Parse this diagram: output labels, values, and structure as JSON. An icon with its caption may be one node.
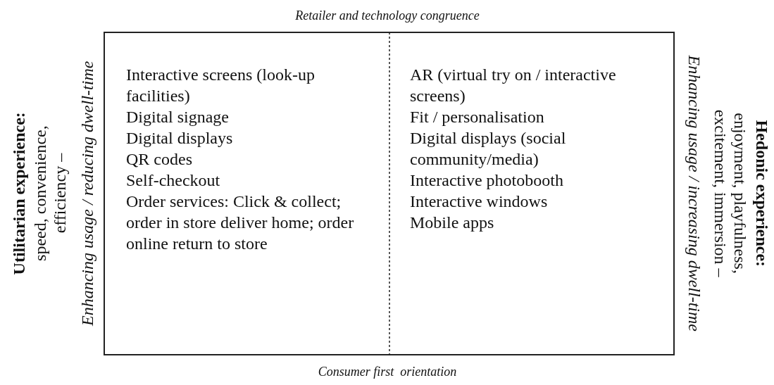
{
  "diagram": {
    "nodes": [
      {
        "text": [
          "Interactive screens (look-up facilities)",
          "Digital signage",
          "Digital displays",
          "QR codes",
          "Self-checkout",
          "Order services: Click & collect; order in store deliver home; order online return to store"
        ]
      },
      {
        "text": [
          "AR (virtual try on / interactive screens)",
          "Fit / personalisation",
          "Digital displays (social community/media)",
          "Interactive photobooth",
          "Interactive windows",
          "Mobile apps"
        ]
      }
    ],
    "labels": [
      "Retailer and technology congruence",
      "Utilitarian experience:",
      "speed, convenience, efficiency –",
      "Enhancing usage / reducing dwell-time",
      "Hedonic experience:",
      "enjoyment, playfulness, excitement, immersion –",
      "Enhancing usage / increasing dwell-time",
      "Consumer first  orientation"
    ]
  }
}
